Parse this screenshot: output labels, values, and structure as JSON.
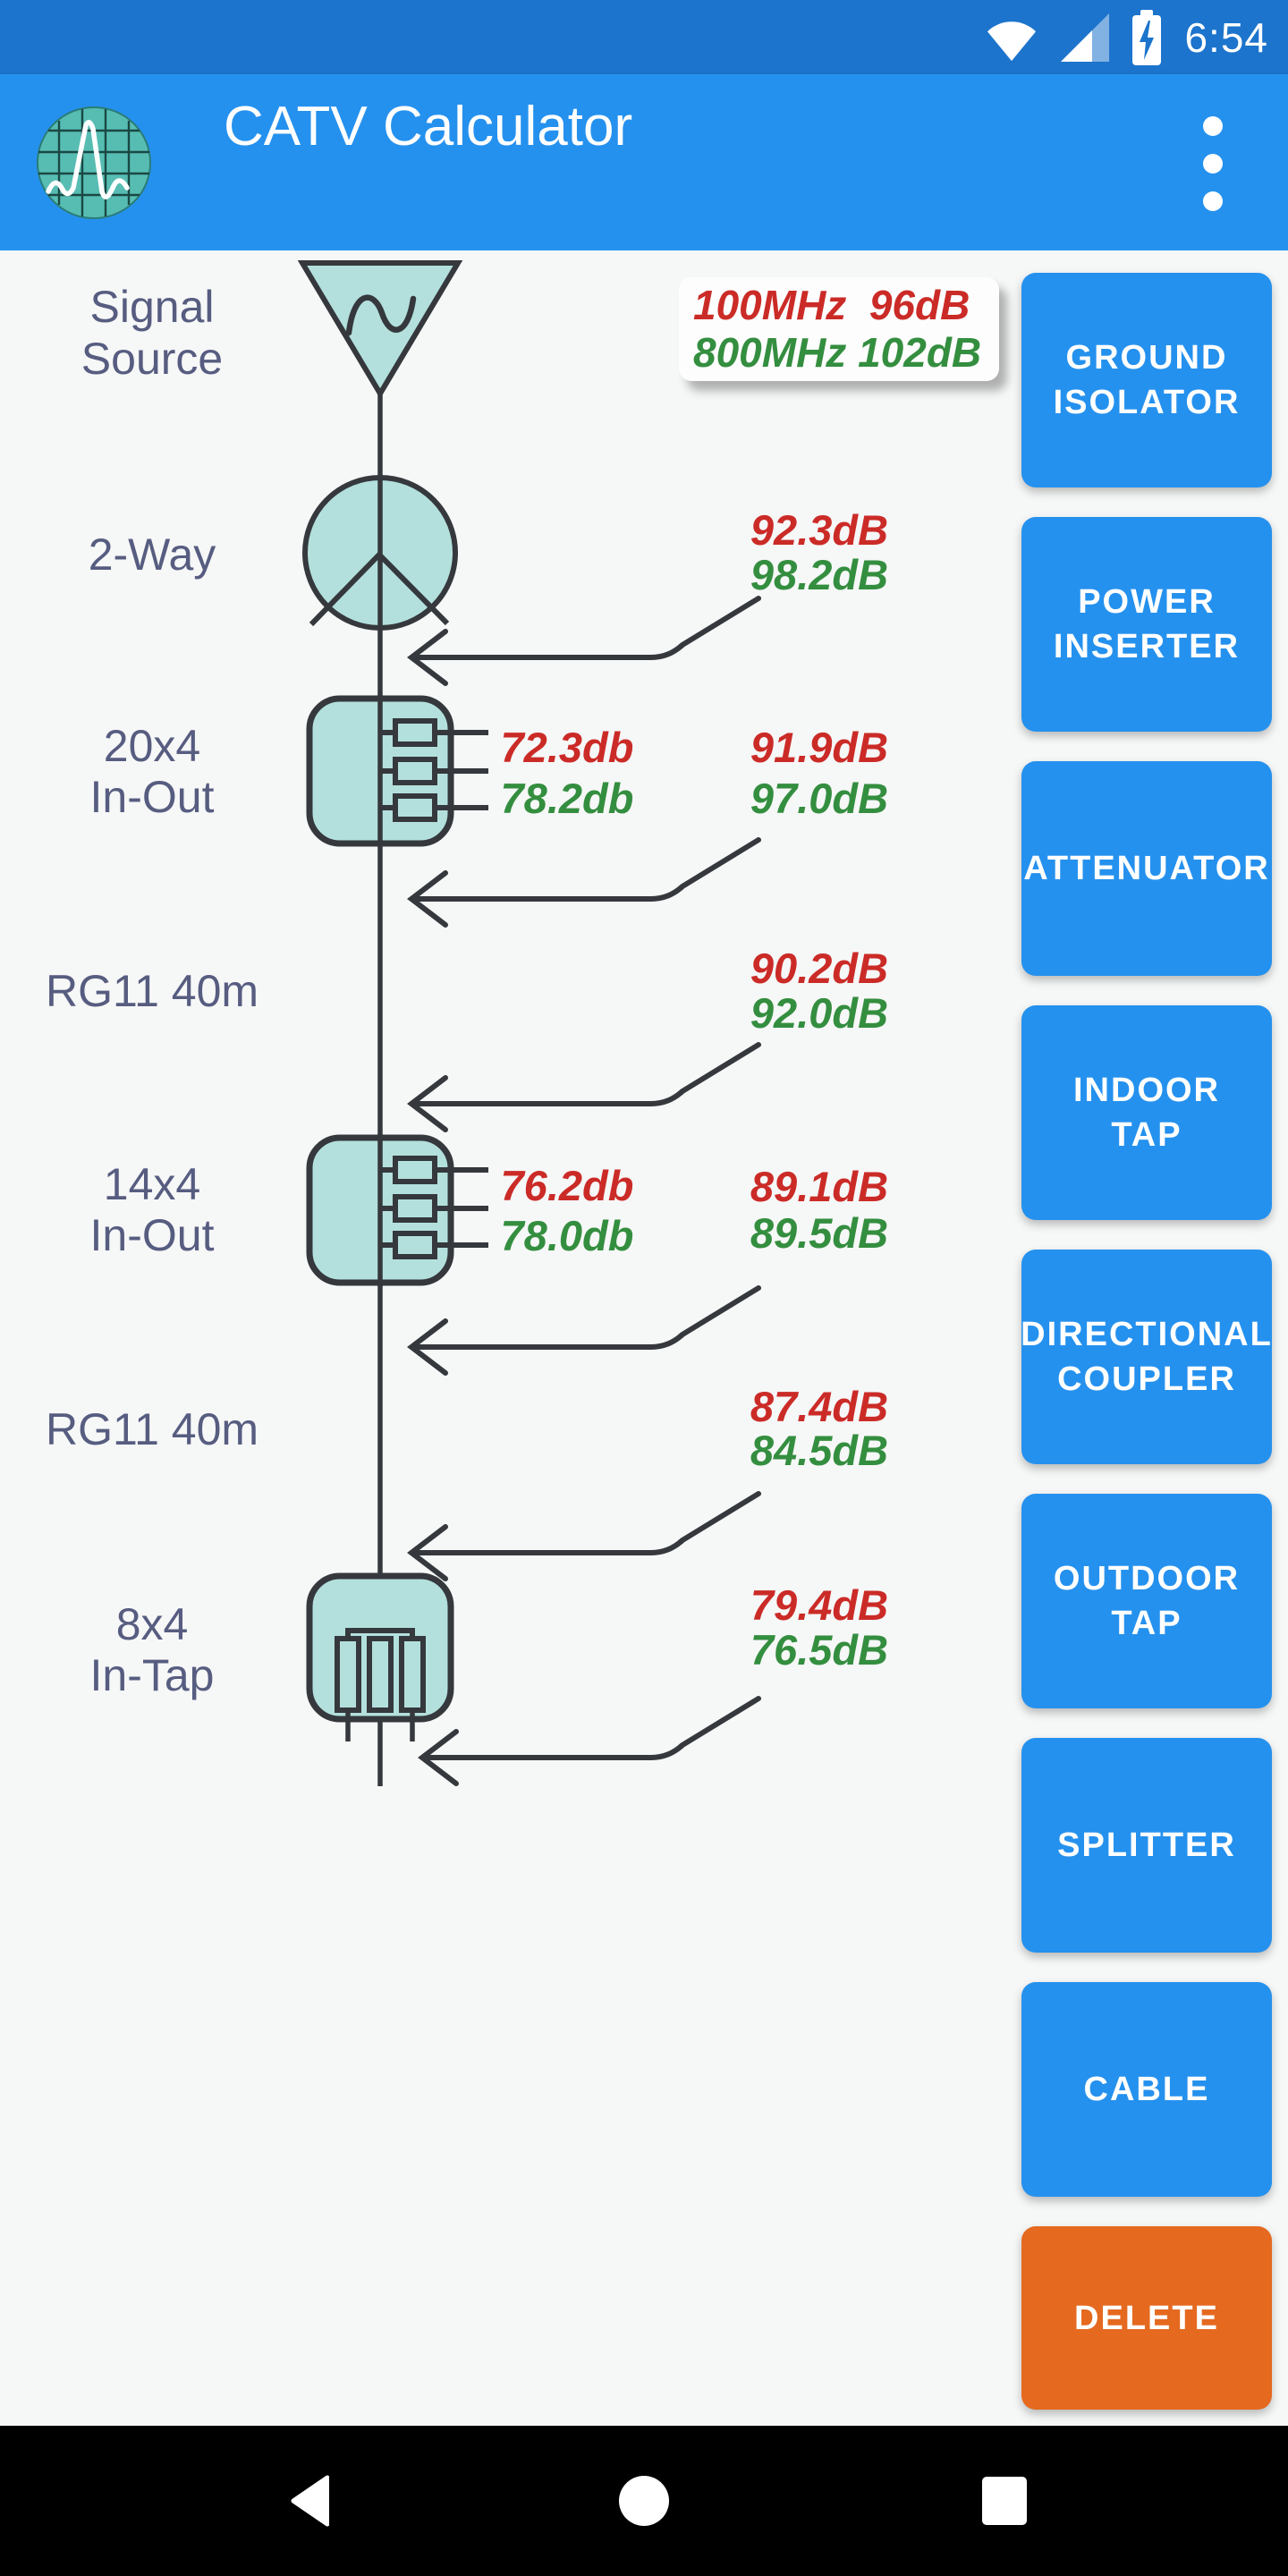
{
  "status_bar": {
    "time": "6:54"
  },
  "app_bar": {
    "title": "CATV Calculator"
  },
  "summary": {
    "line1": "100MHz  96dB",
    "line2": "800MHz 102dB"
  },
  "diagram": {
    "nodes": [
      {
        "type": "signal-source",
        "label_lines": [
          "Signal",
          "Source"
        ]
      },
      {
        "type": "splitter-2way",
        "label_lines": [
          "2-Way"
        ],
        "out": {
          "mhz100": "92.3dB",
          "mhz800": "98.2dB"
        }
      },
      {
        "type": "tap-in-out",
        "label_lines": [
          "20x4",
          "In-Out"
        ],
        "tap": {
          "mhz100": "72.3db",
          "mhz800": "78.2db"
        },
        "out": {
          "mhz100": "91.9dB",
          "mhz800": "97.0dB"
        }
      },
      {
        "type": "cable",
        "label_lines": [
          "RG11 40m"
        ],
        "out": {
          "mhz100": "90.2dB",
          "mhz800": "92.0dB"
        }
      },
      {
        "type": "tap-in-out",
        "label_lines": [
          "14x4",
          "In-Out"
        ],
        "tap": {
          "mhz100": "76.2db",
          "mhz800": "78.0db"
        },
        "out": {
          "mhz100": "89.1dB",
          "mhz800": "89.5dB"
        }
      },
      {
        "type": "cable",
        "label_lines": [
          "RG11 40m"
        ],
        "out": {
          "mhz100": "87.4dB",
          "mhz800": "84.5dB"
        }
      },
      {
        "type": "tap-in",
        "label_lines": [
          "8x4",
          "In-Tap"
        ],
        "out": {
          "mhz100": "79.4dB",
          "mhz800": "76.5dB"
        }
      }
    ]
  },
  "palette": {
    "buttons": [
      "GROUND\nISOLATOR",
      "POWER\nINSERTER",
      "ATTENUATOR",
      "INDOOR\nTAP",
      "DIRECTIONAL\nCOUPLER",
      "OUTDOOR\nTAP",
      "SPLITTER",
      "CABLE",
      "DELETE"
    ]
  },
  "colors": {
    "status_bar_blue": "#1C74CC",
    "app_bar_blue": "#2591EE",
    "button_blue": "#2591EE",
    "delete_orange": "#E5691F",
    "level_100mhz_red": "#CB2B27",
    "level_800mhz_green": "#348E3F",
    "component_fill_teal": "#B3E0DD",
    "diagram_stroke": "#35383C",
    "label_indigo": "#575D80"
  }
}
